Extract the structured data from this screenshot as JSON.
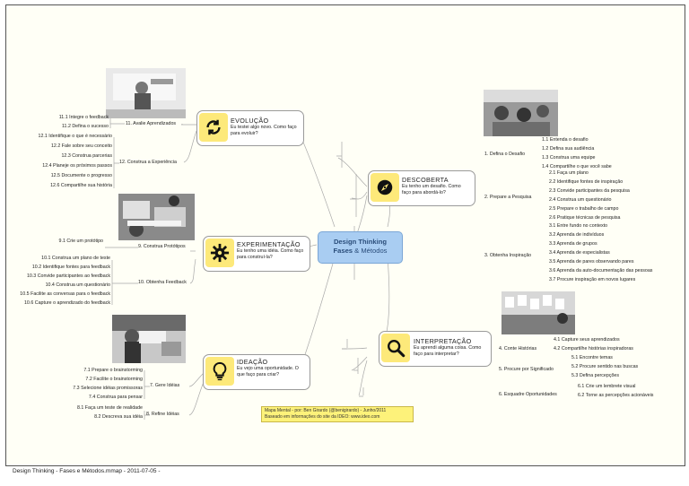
{
  "center": {
    "title": "Design Thinking",
    "sub1": "Fases",
    "sub2": "& Métodos"
  },
  "evolucao": {
    "title": "EVOLUÇÃO",
    "desc": "Eu testei algo novo. Como faço para evoluir?",
    "branches": [
      "11. Avalie Aprendizados",
      "12. Construa a Experiência"
    ],
    "items11": [
      "11.1 Integre o feedback",
      "11.2 Defina o sucesso"
    ],
    "items12": [
      "12.1 Identifique o que é necessário",
      "12.2 Fale sobre seu conceito",
      "12.3 Construa parcerias",
      "12.4 Planeje os próximos passos",
      "12.5 Documente o progresso",
      "12.6 Compartilhe sua história"
    ]
  },
  "experimentacao": {
    "title": "EXPERIMENTAÇÃO",
    "desc": "Eu tenho uma idéia. Como faço para construí-la?",
    "branches": [
      "9. Construa Protótipos",
      "10. Obtenha Feedback"
    ],
    "items9": [
      "9.1 Crie um protótipo"
    ],
    "items10": [
      "10.1 Construa um plano de teste",
      "10.2 Identifique fontes para feedback",
      "10.3 Convide participantes ao feedback",
      "10.4 Construa um questionário",
      "10.5 Facilite as conversas para o feedback",
      "10.6 Capture o aprendizado do feedback"
    ]
  },
  "ideacao": {
    "title": "IDEAÇÃO",
    "desc": "Eu vejo uma oportunidade. O que faço para criar?",
    "branches": [
      "7. Gere Idéias",
      "8. Refine Idéias"
    ],
    "items7": [
      "7.1 Prepare o brainstorming",
      "7.2 Facilite o brainstorming",
      "7.3 Selecione idéias promissoras",
      "7.4 Construa para pensar"
    ],
    "items8": [
      "8.1 Faça um teste de realidade",
      "8.2 Descreva sua idéia"
    ]
  },
  "descoberta": {
    "title": "DESCOBERTA",
    "desc": "Eu tenho um desafio. Como faço para abordá-lo?",
    "branches": [
      "1. Defina o Desafio",
      "2. Prepare a Pesquisa",
      "3. Obtenha Inspiração"
    ],
    "items1": [
      "1.1 Entenda o desafio",
      "1.2 Defina sua audiência",
      "1.3 Construa uma equipe",
      "1.4 Compartilhe o que você sabe"
    ],
    "items2": [
      "2.1 Faça um plano",
      "2.2 Identifique fontes de inspiração",
      "2.3 Convide participantes da pesquisa",
      "2.4 Construa um questionário",
      "2.5 Prepare o trabalho de campo",
      "2.6 Pratique técnicas de pesquisa"
    ],
    "items3": [
      "3.1 Entre fundo no contexto",
      "3.2 Aprenda de indivíduos",
      "3.3 Aprenda de grupos",
      "3.4 Aprenda de especialistas",
      "3.5 Aprenda de pares observando pares",
      "3.6 Aprenda da auto-documentação das pessoas",
      "3.7 Procure inspiração em novos lugares"
    ]
  },
  "interpretacao": {
    "title": "INTERPRETAÇÃO",
    "desc": "Eu aprendi alguma coisa. Como faço para interpretar?",
    "branches": [
      "4. Conte Histórias",
      "5. Procure por Significado",
      "6. Esquadre Oportunidades"
    ],
    "items4": [
      "4.1 Capture seus aprendizados",
      "4.2 Compartilhe histórias inspiradoras"
    ],
    "items5": [
      "5.1 Encontre temas",
      "5.2 Procure sentido nas buscas",
      "5.3 Defina percepções"
    ],
    "items6": [
      "6.1 Crie um lembrete visual",
      "6.2 Torne as percepções acionáveis"
    ]
  },
  "note": {
    "line1": "Mapa Mental - por: Ben Girardo (@benigirardo) - Junho/2011",
    "line2": "Baseado em informações do site da IDEO: www.ideo.com"
  },
  "footer": "Design Thinking - Fases e Métodos.mmap - 2011-07-05 -",
  "icons": {
    "evolucao": "refresh-cycle-icon",
    "experimentacao": "gear-icon",
    "ideacao": "lightbulb-icon",
    "descoberta": "compass-icon",
    "interpretacao": "magnifier-icon"
  },
  "colors": {
    "center_fill": "#a9cdf2",
    "icon_fill": "#fde97a",
    "note_fill": "#fdf27a",
    "line": "#9a9a9a"
  }
}
